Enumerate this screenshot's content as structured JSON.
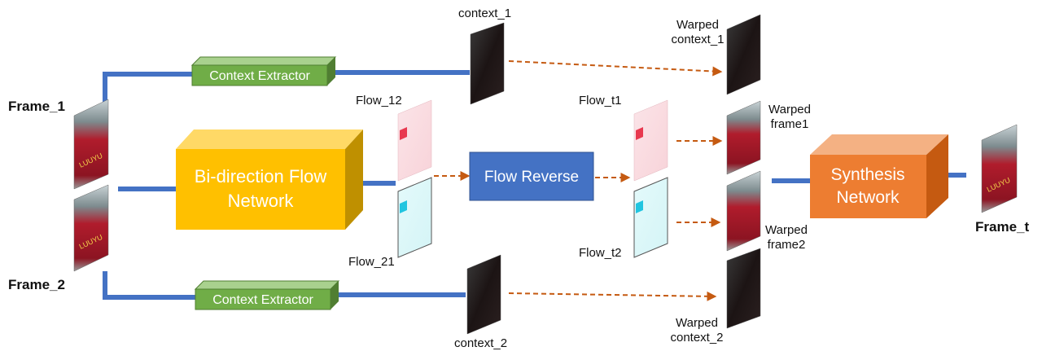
{
  "inputs": {
    "frame1": "Frame_1",
    "frame2": "Frame_2"
  },
  "modules": {
    "context_extractor_top": "Context Extractor",
    "context_extractor_bottom": "Context Extractor",
    "flow_network_line1": "Bi-direction Flow",
    "flow_network_line2": "Network",
    "flow_reverse": "Flow Reverse",
    "synthesis_line1": "Synthesis",
    "synthesis_line2": "Network"
  },
  "features": {
    "context1": "context_1",
    "context2": "context_2",
    "flow12": "Flow_12",
    "flow21": "Flow_21",
    "flowt1": "Flow_t1",
    "flowt2": "Flow_t2",
    "warped_context1_line1": "Warped",
    "warped_context1_line2": "context_1",
    "warped_frame1_line1": "Warped",
    "warped_frame1_line2": "frame1",
    "warped_frame2_line1": "Warped",
    "warped_frame2_line2": "frame2",
    "warped_context2_line1": "Warped",
    "warped_context2_line2": "context_2"
  },
  "output": {
    "frame_t": "Frame_t"
  },
  "colors": {
    "connector": "#4472C4",
    "dashed_arrow": "#C55A11",
    "context_extractor": "#70AD47",
    "flow_network": "#FFC000",
    "flow_reverse": "#4472C4",
    "synthesis": "#ED7D31"
  }
}
